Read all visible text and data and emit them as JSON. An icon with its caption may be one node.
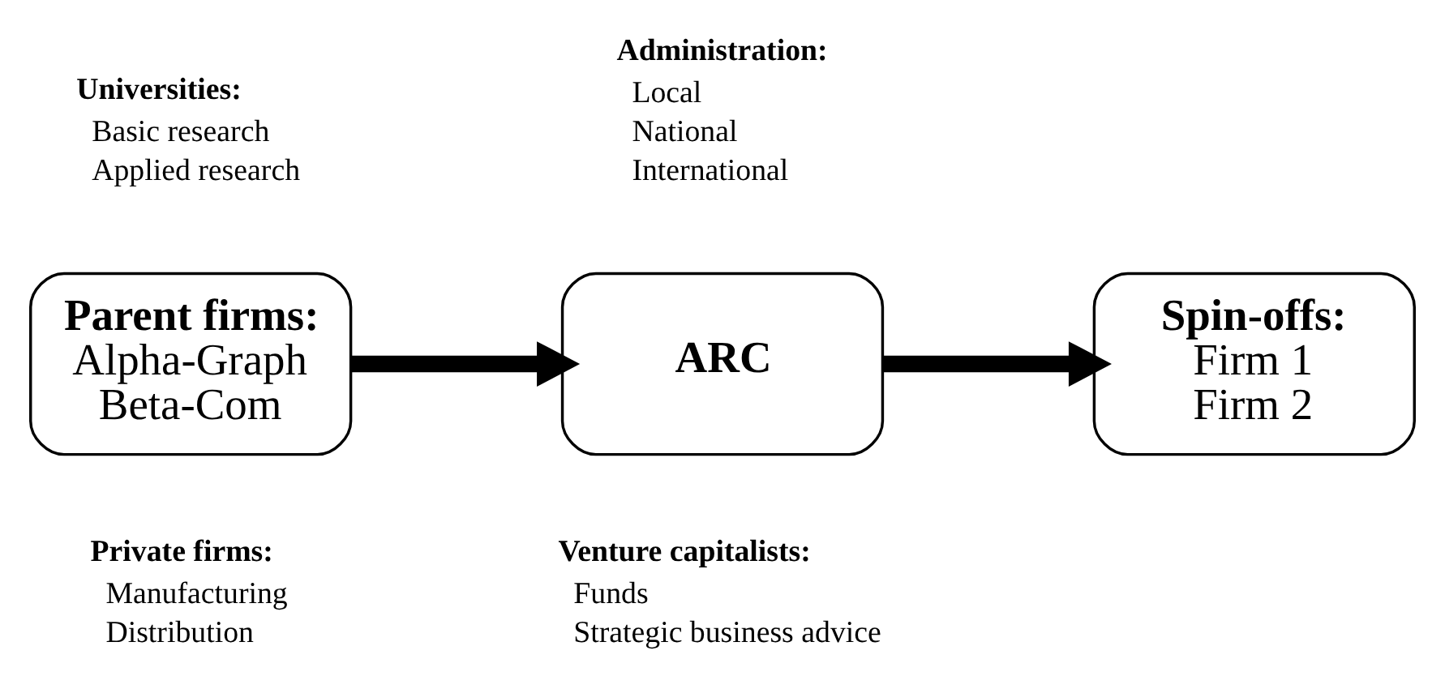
{
  "diagram": {
    "nodes": [
      {
        "text": [
          "Parent firms:",
          "Alpha-Graph",
          "Beta-Com"
        ]
      },
      {
        "text": [
          "ARC"
        ]
      },
      {
        "text": [
          "Spin-offs:",
          "Firm 1",
          "Firm 2"
        ]
      }
    ],
    "edges": [
      {
        "from": 0,
        "to": 1,
        "arrow": "to"
      },
      {
        "from": 1,
        "to": 2,
        "arrow": "to"
      }
    ],
    "labels": [
      "Universities:",
      "Basic research",
      "Applied research",
      "Administration:",
      "Local",
      "National",
      "International",
      "Private firms:",
      "Manufacturing",
      "Distribution",
      "Venture capitalists:",
      "Funds",
      "Strategic business advice"
    ]
  }
}
